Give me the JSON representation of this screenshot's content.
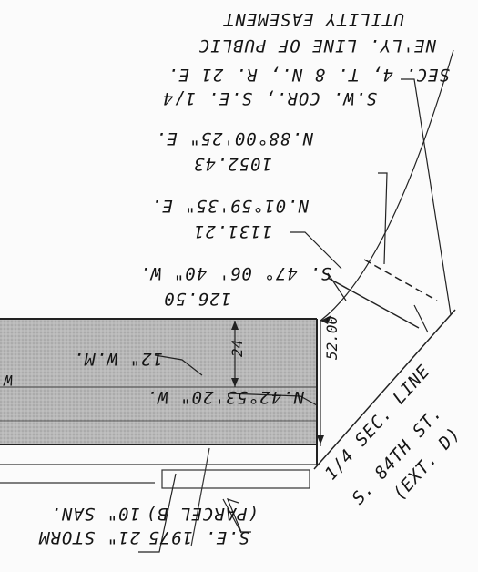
{
  "notes": {
    "utility_easement": "UTILITY EASEMENT",
    "public_line": "NE'LY. LINE OF PUBLIC",
    "section_ref": "SEC. 4, T. 8 N., R. 21 E.",
    "corner_ref": "S.W. COR., S.E. 1/4",
    "bearing_1": "N.88°00'25\" E.",
    "dist_1": "1052.43",
    "bearing_2": "N.01°59'35\" E.",
    "dist_2": "1131.21",
    "bearing_3": "S. 47° 06' 40\" W.",
    "dist_3": "126.50",
    "dim_24": "24",
    "dim_52": "52.00",
    "wm_label": "12\" W.M.",
    "w_mark": "W",
    "bearing_4": "N.42°53'20\" W.",
    "storm_label": "21\" STORM",
    "san_label": "10\" SAN.",
    "parcel_label": "(PARCEL B)",
    "se_label": "S.E. 1975",
    "sec_line": "1/4 SEC. LINE",
    "st_label": "S. 84TH ST.",
    "ext_label": "(EXT. D)"
  }
}
